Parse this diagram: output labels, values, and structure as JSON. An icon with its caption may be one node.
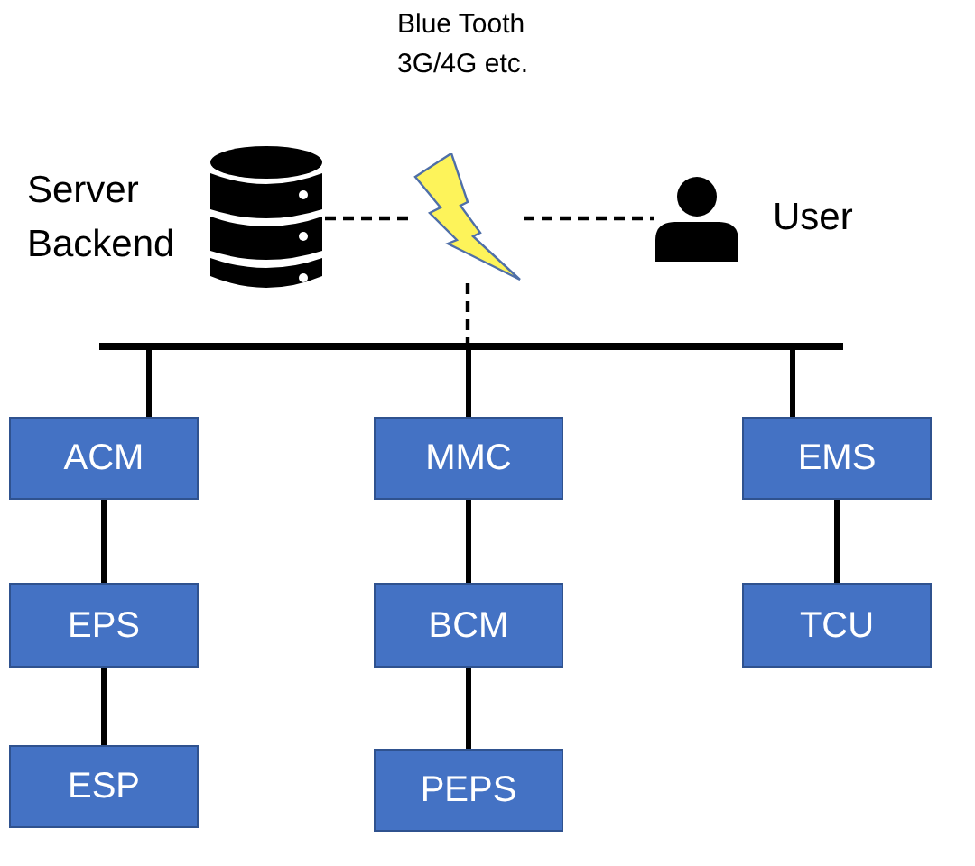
{
  "diagram": {
    "nodes": [
      {
        "text": [
          "Server Backend"
        ]
      },
      {
        "text": [],
        "shape": "lightning",
        "beside": [
          "Blue Tooth 3G/4G etc."
        ]
      },
      {
        "text": [
          "User"
        ]
      },
      {
        "text": [],
        "shape": "bar"
      },
      {
        "text": [
          "ACM"
        ]
      },
      {
        "text": [
          "EPS"
        ]
      },
      {
        "text": [
          "ESP"
        ]
      },
      {
        "text": [
          "MMC"
        ]
      },
      {
        "text": [
          "BCM"
        ]
      },
      {
        "text": [
          "PEPS"
        ]
      },
      {
        "text": [
          "EMS"
        ]
      },
      {
        "text": [
          "TCU"
        ]
      }
    ],
    "edges": [
      {
        "from": 0,
        "to": 1,
        "arrow": "none",
        "style": "dashed"
      },
      {
        "from": 1,
        "to": 2,
        "arrow": "none",
        "style": "dashed"
      },
      {
        "from": 1,
        "to": 3,
        "arrow": "none",
        "style": "dashed"
      },
      {
        "from": 3,
        "to": 4,
        "arrow": "none"
      },
      {
        "from": 3,
        "to": 7,
        "arrow": "none"
      },
      {
        "from": 3,
        "to": 10,
        "arrow": "none"
      },
      {
        "from": 4,
        "to": 5,
        "arrow": "none"
      },
      {
        "from": 5,
        "to": 6,
        "arrow": "none"
      },
      {
        "from": 7,
        "to": 8,
        "arrow": "none"
      },
      {
        "from": 8,
        "to": 9,
        "arrow": "none"
      },
      {
        "from": 10,
        "to": 11,
        "arrow": "none"
      }
    ]
  }
}
